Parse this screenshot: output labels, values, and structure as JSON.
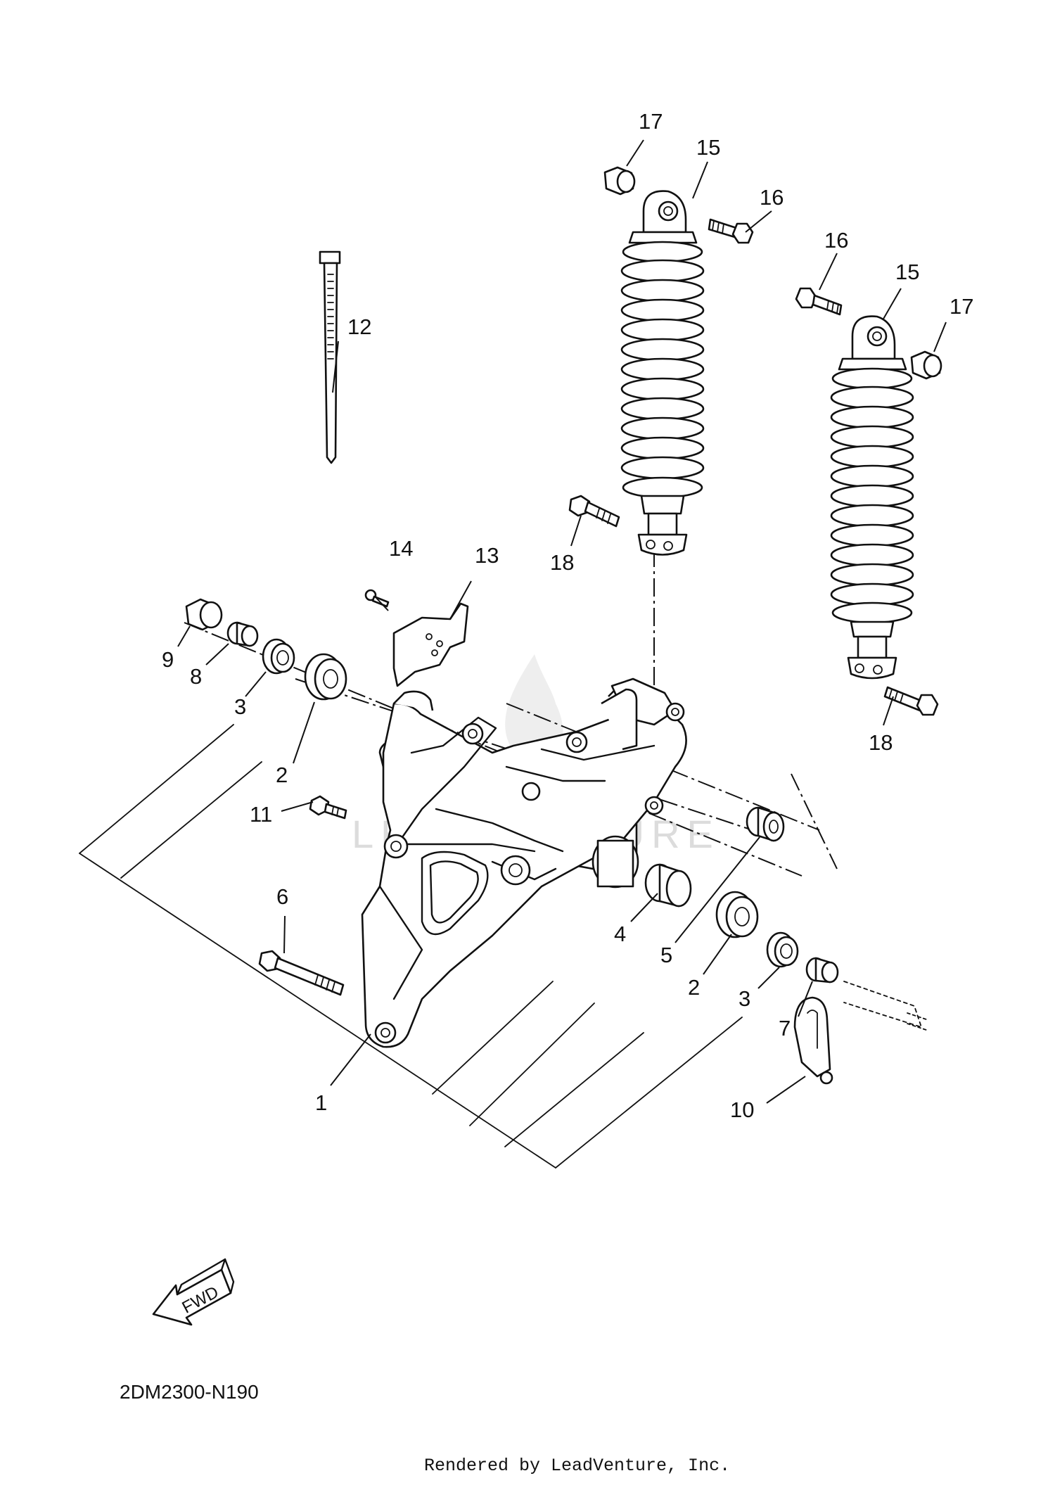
{
  "diagram": {
    "code": "2DM2300-N190",
    "rendered_by": "Rendered by LeadVenture, Inc.",
    "fwd_label": "FWD",
    "watermark": "LEADVENTURE",
    "callouts": {
      "c1": "1",
      "c2a": "2",
      "c2b": "2",
      "c3a": "3",
      "c3b": "3",
      "c4": "4",
      "c5": "5",
      "c6": "6",
      "c7": "7",
      "c8": "8",
      "c9": "9",
      "c10": "10",
      "c11": "11",
      "c12": "12",
      "c13": "13",
      "c14": "14",
      "c15a": "15",
      "c15b": "15",
      "c16a": "16",
      "c16b": "16",
      "c17a": "17",
      "c17b": "17",
      "c18a": "18",
      "c18b": "18"
    }
  }
}
